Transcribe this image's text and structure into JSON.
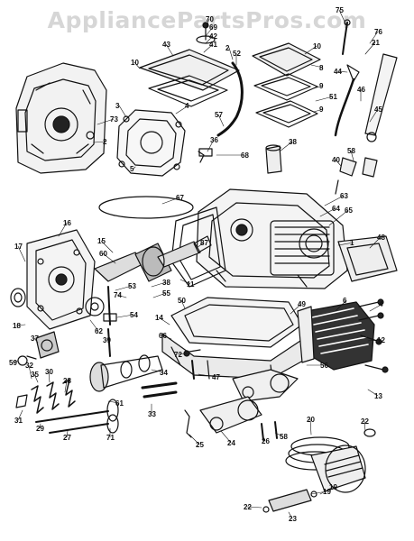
{
  "watermark": "AppliancePartsPros.com",
  "colors": {
    "ink": "#111111",
    "watermark": "#d6d6d6",
    "background": "#ffffff"
  },
  "part_labels": [
    "75",
    "76",
    "70",
    "69",
    "42",
    "41",
    "43",
    "10",
    "10",
    "21",
    "2",
    "52",
    "8",
    "9",
    "44",
    "46",
    "51",
    "9",
    "45",
    "73",
    "2",
    "3",
    "4",
    "57",
    "5",
    "36",
    "68",
    "38",
    "40",
    "58",
    "67",
    "16",
    "63",
    "64",
    "65",
    "1",
    "48",
    "17",
    "15",
    "60",
    "87",
    "53",
    "74",
    "38",
    "55",
    "11",
    "50",
    "49",
    "6",
    "4",
    "12",
    "18",
    "62",
    "54",
    "14",
    "66",
    "37",
    "39",
    "72",
    "47",
    "13",
    "59",
    "35",
    "30",
    "34",
    "56",
    "32",
    "28",
    "61",
    "33",
    "19",
    "31",
    "29",
    "27",
    "71",
    "25",
    "24",
    "26",
    "58",
    "22",
    "20",
    "22",
    "23",
    "19"
  ]
}
